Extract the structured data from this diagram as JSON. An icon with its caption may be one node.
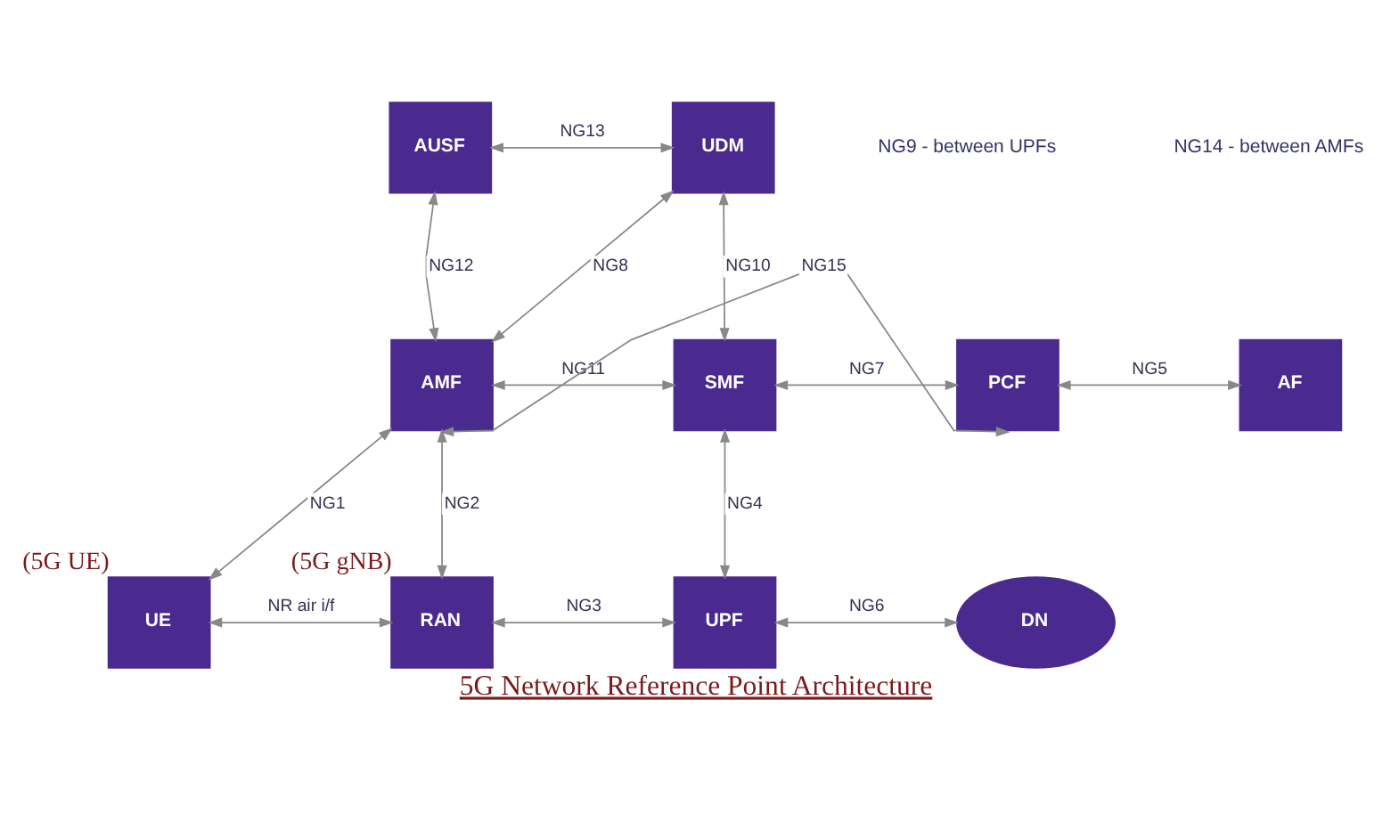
{
  "diagram": {
    "caption": "5G Network Reference Point Architecture",
    "nodes": [
      {
        "text": [
          "AUSF"
        ]
      },
      {
        "text": [
          "UDM"
        ]
      },
      {
        "text": [
          "AMF"
        ]
      },
      {
        "text": [
          "SMF"
        ]
      },
      {
        "text": [
          "PCF"
        ]
      },
      {
        "text": [
          "AF"
        ]
      },
      {
        "text": [
          "UE"
        ],
        "beside": [
          "(5G UE)"
        ]
      },
      {
        "text": [
          "RAN"
        ],
        "beside": [
          "(5G gNB)"
        ]
      },
      {
        "text": [
          "UPF"
        ]
      },
      {
        "text": [
          "DN"
        ]
      }
    ],
    "edges": [
      {
        "from": 0,
        "to": 1,
        "arrow": "both",
        "label": "NG13"
      },
      {
        "from": 0,
        "to": 2,
        "arrow": "both",
        "label": "NG12"
      },
      {
        "from": 2,
        "to": 1,
        "arrow": "both",
        "label": "NG8"
      },
      {
        "from": 1,
        "to": 3,
        "arrow": "both",
        "label": "NG10"
      },
      {
        "from": 2,
        "to": 3,
        "arrow": "both",
        "label": "NG11"
      },
      {
        "from": 3,
        "to": 4,
        "arrow": "both",
        "label": "NG7"
      },
      {
        "from": 4,
        "to": 5,
        "arrow": "both",
        "label": "NG5"
      },
      {
        "from": 2,
        "to": 4,
        "arrow": "both",
        "label": "NG15"
      },
      {
        "from": 6,
        "to": 2,
        "arrow": "both",
        "label": "NG1"
      },
      {
        "from": 2,
        "to": 7,
        "arrow": "both",
        "label": "NG2"
      },
      {
        "from": 3,
        "to": 8,
        "arrow": "both",
        "label": "NG4"
      },
      {
        "from": 6,
        "to": 7,
        "arrow": "both",
        "label": "NR air i/f"
      },
      {
        "from": 7,
        "to": 8,
        "arrow": "both",
        "label": "NG3"
      },
      {
        "from": 8,
        "to": 9,
        "arrow": "both",
        "label": "NG6"
      }
    ],
    "labels": [
      "NG9 - between UPFs",
      "NG14 - between AMFs"
    ]
  }
}
